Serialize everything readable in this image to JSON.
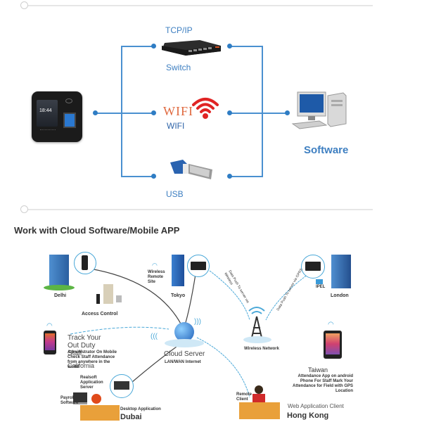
{
  "connectivity_diagram": {
    "device": {
      "screen_time": "18:44"
    },
    "channels": [
      {
        "top_label": "TCP/IP",
        "bottom_label": "Switch"
      },
      {
        "logo_text": "WIFI",
        "bottom_label": "WIFI"
      },
      {
        "bottom_label": "USB"
      }
    ],
    "target_label": "Software",
    "colors": {
      "accent": "#3e7fc1",
      "wifi_red": "#e02424",
      "line": "#4a90d0"
    }
  },
  "cloud_section": {
    "title": "Work with Cloud Software/Mobile APP",
    "nodes": {
      "delhi": "Delhi",
      "access_control": "Access Control",
      "wireless_remote_site": "Wireless Remote Site",
      "tokyo": "Tokyo",
      "london": "London",
      "london_device_tag": "IPEL",
      "cloud_server": "Cloud Server",
      "cloud_server_sub": "LAN/WAN Internet",
      "wireless_network": "Wireless Network",
      "track_title": "Track Your Out Duty Staff",
      "track_desc": "Administrator On Mobile Check Staff Attendance from anywhere in the world",
      "california": "California",
      "taiwan": "Taiwan",
      "taiwan_desc": "Attendance App on android Phone For Staff Mark Your Attendance for Field with GPS Location",
      "realsoft_server": "Realsoft Application Server",
      "payroll": "Payroll Software",
      "desktop_app": "Desktop Application",
      "dubai": "Dubai",
      "remote_client": "Remote Client",
      "web_client": "Web Application Client",
      "hong_kong": "Hong Kong",
      "data_push_1": "Data Push To server via Wireless",
      "data_push_2": "Data Push To server via GPRS"
    }
  }
}
